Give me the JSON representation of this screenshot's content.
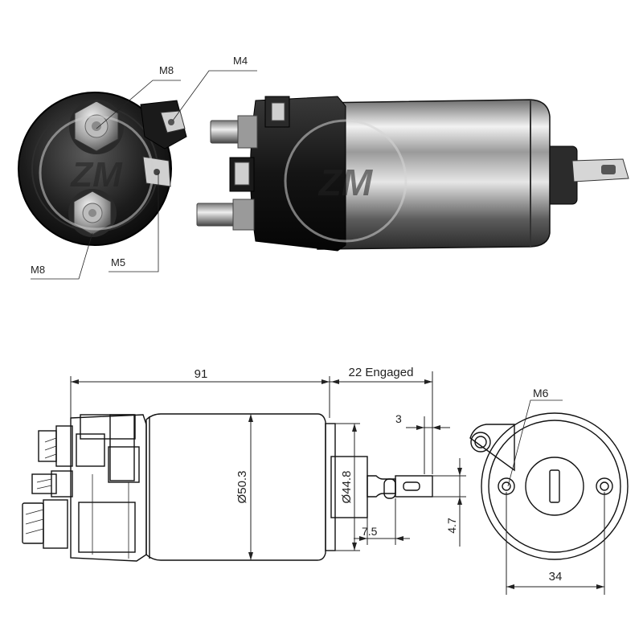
{
  "photo_callouts": {
    "m8_top": "M8",
    "m4": "M4",
    "m8_bottom": "M8",
    "m5": "M5"
  },
  "watermark": {
    "text": "ZM"
  },
  "dimensions": {
    "length": "91",
    "travel": "22 Engaged",
    "tab_offset": "3",
    "body_diameter": "Ø50.3",
    "nose_diameter": "Ø44.8",
    "pin_length": "7.5",
    "tab_height": "4.7",
    "thread_end": "M6",
    "bolt_spacing": "34"
  },
  "colors": {
    "line": "#222222",
    "metal_dark": "#1a1a1a",
    "metal_light": "#d9d9d9"
  }
}
